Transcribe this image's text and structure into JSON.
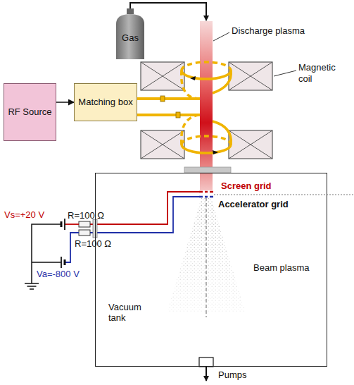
{
  "diagram": {
    "nodes": [
      {
        "text": [
          "Gas"
        ]
      },
      {
        "text": [
          "RF Source"
        ]
      },
      {
        "text": [
          "Matching box"
        ]
      },
      {
        "text": [
          "Vacuum tank"
        ]
      }
    ],
    "edges": [
      {
        "from": 1,
        "to": 2,
        "arrow": "to"
      }
    ],
    "labels": [
      "Discharge plasma",
      "Magnetic coil",
      "Screen grid",
      "Accelerator grid",
      "Beam plasma",
      "Vs=+20 V",
      "Va=-800 V",
      "R=100 Ω",
      "R=100 Ω",
      "Pumps"
    ]
  }
}
